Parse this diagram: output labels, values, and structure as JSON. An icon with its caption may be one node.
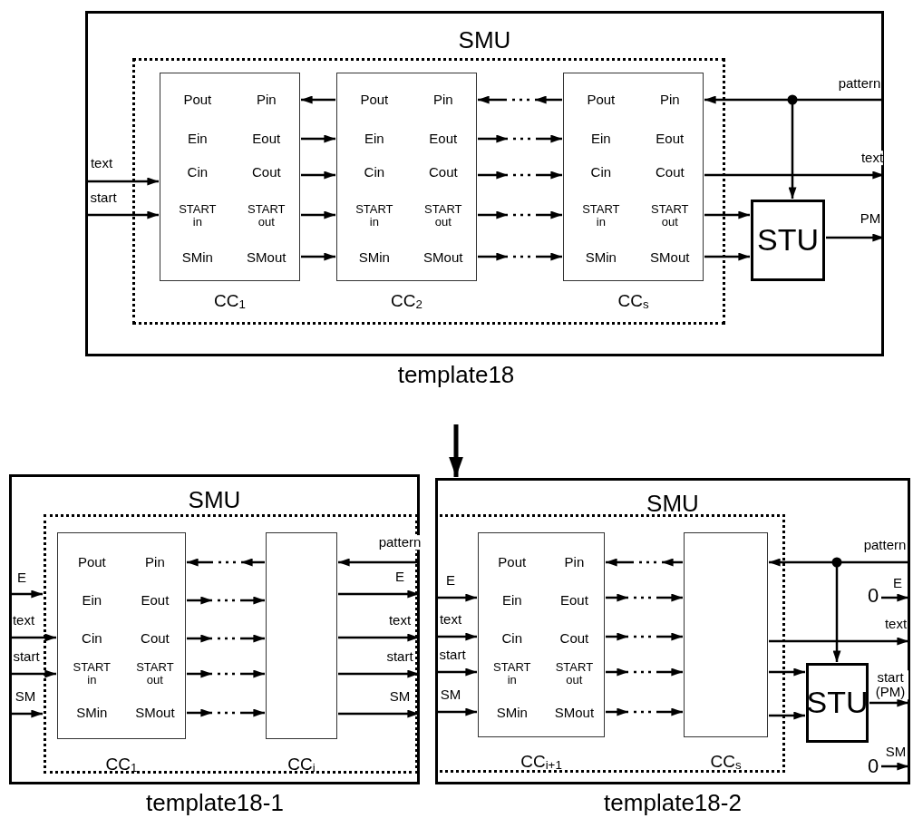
{
  "diagram": {
    "nodes": [
      {
        "text": [
          "SMU"
        ],
        "beside": [
          "template18"
        ]
      },
      {
        "text": [],
        "shape": "box",
        "in": 0
      },
      {
        "text": [
          "Pout",
          "Pin",
          "Ein",
          "Eout",
          "Cin",
          "Cout",
          "START in",
          "START out",
          "SMin",
          "SMout",
          "CC$_{1}$"
        ],
        "in": 1
      },
      {
        "text": [
          "Pout",
          "Pin",
          "Ein",
          "Eout",
          "Cin",
          "Cout",
          "START in",
          "START out",
          "SMin",
          "SMout",
          "CC$_{2}$"
        ],
        "in": 1
      },
      {
        "text": [
          "Pout",
          "Pin",
          "Ein",
          "Eout",
          "Cin",
          "Cout",
          "START in",
          "START out",
          "SMin",
          "SMout",
          "CC$_{s}$"
        ],
        "in": 1
      },
      {
        "text": [
          "STU"
        ],
        "in": 0
      },
      {
        "text": [
          "SMU"
        ],
        "beside": [
          "template18-1"
        ]
      },
      {
        "text": [],
        "shape": "box",
        "in": 6
      },
      {
        "text": [
          "Pout",
          "Pin",
          "Ein",
          "Eout",
          "Cin",
          "Cout",
          "START in",
          "START out",
          "SMin",
          "SMout",
          "CC$_{1}$"
        ],
        "in": 7
      },
      {
        "text": [
          "CC$_{i}$"
        ],
        "in": 7
      },
      {
        "text": [
          "SMU"
        ],
        "beside": [
          "template18-2"
        ]
      },
      {
        "text": [],
        "shape": "box",
        "in": 10
      },
      {
        "text": [
          "Pout",
          "Pin",
          "Ein",
          "Eout",
          "Cin",
          "Cout",
          "START in",
          "START out",
          "SMin",
          "SMout",
          "CC$_{i+1}$"
        ],
        "in": 11
      },
      {
        "text": [
          "CC$_{s}$"
        ],
        "in": 11
      },
      {
        "text": [
          "STU"
        ],
        "in": 10
      },
      {
        "text": [
          "0"
        ],
        "in": 10
      },
      {
        "text": [
          "0"
        ],
        "in": 10
      }
    ],
    "edges": [
      {
        "from": null,
        "to": 2,
        "arrow": "to",
        "label": "text"
      },
      {
        "from": null,
        "to": 2,
        "arrow": "to",
        "label": "start"
      },
      {
        "from": 3,
        "to": 2,
        "arrow": "to"
      },
      {
        "from": 2,
        "to": 3,
        "arrow": "to"
      },
      {
        "from": 2,
        "to": 3,
        "arrow": "to"
      },
      {
        "from": 2,
        "to": 3,
        "arrow": "to"
      },
      {
        "from": 2,
        "to": 3,
        "arrow": "to"
      },
      {
        "from": 4,
        "to": 3,
        "arrow": "to",
        "style": "dashed"
      },
      {
        "from": 3,
        "to": 4,
        "arrow": "to",
        "style": "dashed"
      },
      {
        "from": 3,
        "to": 4,
        "arrow": "to",
        "style": "dashed"
      },
      {
        "from": 3,
        "to": 4,
        "arrow": "to",
        "style": "dashed"
      },
      {
        "from": 3,
        "to": 4,
        "arrow": "to",
        "style": "dashed"
      },
      {
        "from": null,
        "to": 4,
        "arrow": "to",
        "label": "pattern"
      },
      {
        "from": null,
        "to": 5,
        "arrow": "to"
      },
      {
        "from": 4,
        "to": null,
        "arrow": "to",
        "label": "text"
      },
      {
        "from": 4,
        "to": 5,
        "arrow": "to"
      },
      {
        "from": 4,
        "to": 5,
        "arrow": "to"
      },
      {
        "from": 5,
        "to": null,
        "arrow": "to",
        "label": "PM"
      },
      {
        "from": null,
        "to": 7,
        "arrow": "to",
        "label": "E"
      },
      {
        "from": null,
        "to": 8,
        "arrow": "to",
        "label": "text"
      },
      {
        "from": null,
        "to": 8,
        "arrow": "to",
        "label": "start"
      },
      {
        "from": null,
        "to": 7,
        "arrow": "to",
        "label": "SM"
      },
      {
        "from": 9,
        "to": 8,
        "arrow": "to",
        "style": "dashed"
      },
      {
        "from": 8,
        "to": 9,
        "arrow": "to",
        "style": "dashed"
      },
      {
        "from": 8,
        "to": 9,
        "arrow": "to",
        "style": "dashed"
      },
      {
        "from": 8,
        "to": 9,
        "arrow": "to",
        "style": "dashed"
      },
      {
        "from": 8,
        "to": 9,
        "arrow": "to",
        "style": "dashed"
      },
      {
        "from": null,
        "to": 9,
        "arrow": "to",
        "label": "pattern"
      },
      {
        "from": 9,
        "to": 7,
        "arrow": "to",
        "label": "E"
      },
      {
        "from": 9,
        "to": 7,
        "arrow": "to",
        "label": "text"
      },
      {
        "from": 9,
        "to": 7,
        "arrow": "to",
        "label": "start"
      },
      {
        "from": 9,
        "to": 7,
        "arrow": "to",
        "label": "SM"
      },
      {
        "from": null,
        "to": 12,
        "arrow": "to",
        "label": "E"
      },
      {
        "from": null,
        "to": 12,
        "arrow": "to",
        "label": "text"
      },
      {
        "from": null,
        "to": 12,
        "arrow": "to",
        "label": "start"
      },
      {
        "from": null,
        "to": 12,
        "arrow": "to",
        "label": "SM"
      },
      {
        "from": 13,
        "to": 12,
        "arrow": "to",
        "style": "dashed"
      },
      {
        "from": 12,
        "to": 13,
        "arrow": "to",
        "style": "dashed"
      },
      {
        "from": 12,
        "to": 13,
        "arrow": "to",
        "style": "dashed"
      },
      {
        "from": 12,
        "to": 13,
        "arrow": "to",
        "style": "dashed"
      },
      {
        "from": 12,
        "to": 13,
        "arrow": "to",
        "style": "dashed"
      },
      {
        "from": null,
        "to": 13,
        "arrow": "to",
        "label": "pattern"
      },
      {
        "from": null,
        "to": 14,
        "arrow": "to"
      },
      {
        "from": 13,
        "to": null,
        "arrow": "to",
        "label": "text"
      },
      {
        "from": 13,
        "to": 14,
        "arrow": "to"
      },
      {
        "from": 13,
        "to": 14,
        "arrow": "to"
      },
      {
        "from": 14,
        "to": null,
        "arrow": "to",
        "label": "start (PM)"
      },
      {
        "from": 15,
        "to": null,
        "arrow": "to",
        "label": "E"
      },
      {
        "from": 16,
        "to": null,
        "arrow": "to",
        "label": "SM"
      },
      {
        "from": null,
        "to": 10,
        "arrow": "to",
        "style": "thick"
      }
    ]
  }
}
